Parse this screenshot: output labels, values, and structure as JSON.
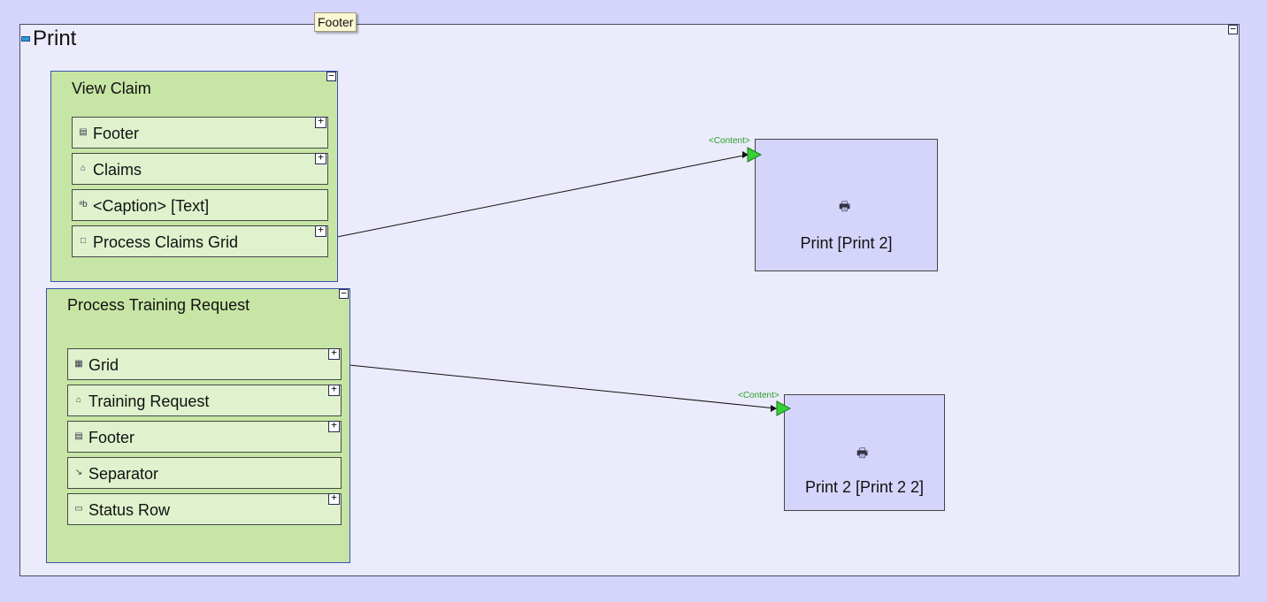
{
  "tooltip": "Footer",
  "root": {
    "title": "Print",
    "toggle": "−"
  },
  "containers": [
    {
      "title": "View Claim",
      "toggle": "−",
      "items": [
        {
          "label": "Footer",
          "icon": "footer-icon",
          "glyph": "▤",
          "toggle": "+"
        },
        {
          "label": "Claims",
          "icon": "claims-icon",
          "glyph": "⌂",
          "toggle": "+"
        },
        {
          "label": "<Caption> [Text]",
          "icon": "caption-text-icon",
          "glyph": "ᵃb",
          "toggle": ""
        },
        {
          "label": "Process Claims Grid",
          "icon": "checkbox-icon",
          "glyph": "□",
          "toggle": "+"
        }
      ]
    },
    {
      "title": "Process Training Request",
      "toggle": "−",
      "items": [
        {
          "label": "Grid",
          "icon": "grid-icon",
          "glyph": "▦",
          "toggle": "+"
        },
        {
          "label": "Training Request",
          "icon": "training-request-icon",
          "glyph": "⌂",
          "toggle": "+"
        },
        {
          "label": "Footer",
          "icon": "footer-icon",
          "glyph": "▤",
          "toggle": "+"
        },
        {
          "label": "Separator",
          "icon": "separator-icon",
          "glyph": "↘",
          "toggle": ""
        },
        {
          "label": "Status Row",
          "icon": "status-row-icon",
          "glyph": "▭",
          "toggle": "+"
        }
      ]
    }
  ],
  "nodes": [
    {
      "label": "Print [Print 2]",
      "icon": "printer-icon",
      "glyph": "🖶",
      "port_label": "<Content>"
    },
    {
      "label": "Print 2 [Print 2 2]",
      "icon": "printer-icon",
      "glyph": "🖶",
      "port_label": "<Content>"
    }
  ],
  "colors": {
    "background": "#d5d5fb",
    "frame": "#ebebfb",
    "container": "#c7e6a5",
    "item": "#dff2cd",
    "node": "#d5d5fb",
    "port": "#35d135",
    "port_label": "#2a9e2a"
  }
}
